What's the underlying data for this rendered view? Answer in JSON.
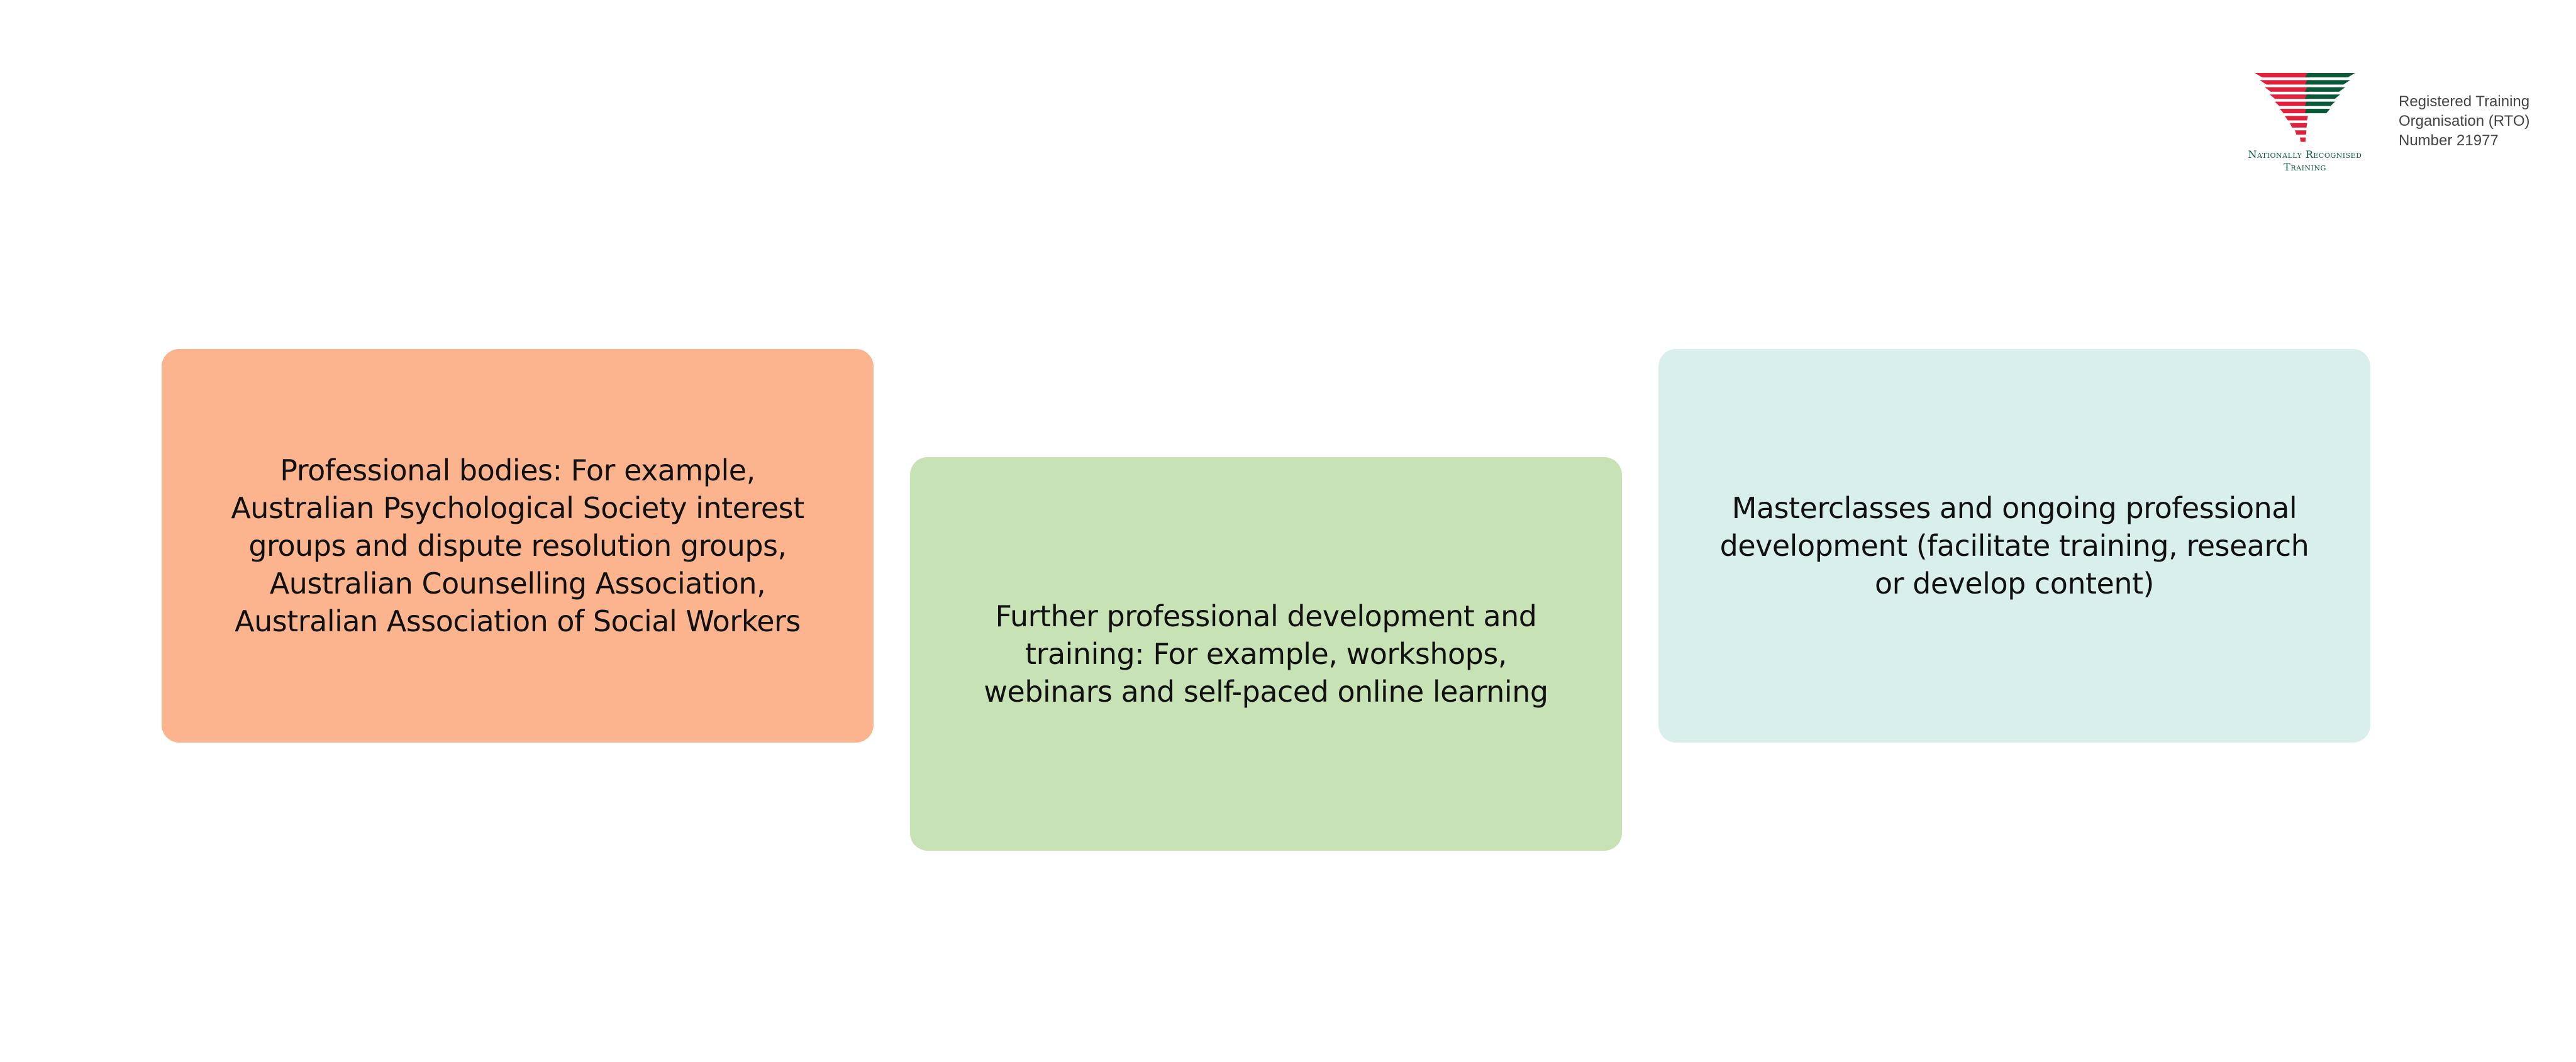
{
  "logo": {
    "line_1": "Nationally Recognised",
    "line_2": "Training",
    "colors": {
      "red": "#e0203c",
      "green": "#0a5a3a"
    }
  },
  "rto": {
    "line_1": "Registered Training",
    "line_2": "Organisation (RTO)",
    "line_3": "Number 21977"
  },
  "cards": [
    {
      "text": "Professional bodies: For example, Australian Psychological Society interest groups and dispute resolution groups, Australian Counselling Association, Australian Association of Social Workers",
      "color": "#fbb48e"
    },
    {
      "text": "Further professional development and training: For example, workshops, webinars and self-paced online learning",
      "color": "#c7e2b4"
    },
    {
      "text": "Masterclasses and ongoing professional development (facilitate training, research or develop content)",
      "color": "#d8efec"
    }
  ]
}
